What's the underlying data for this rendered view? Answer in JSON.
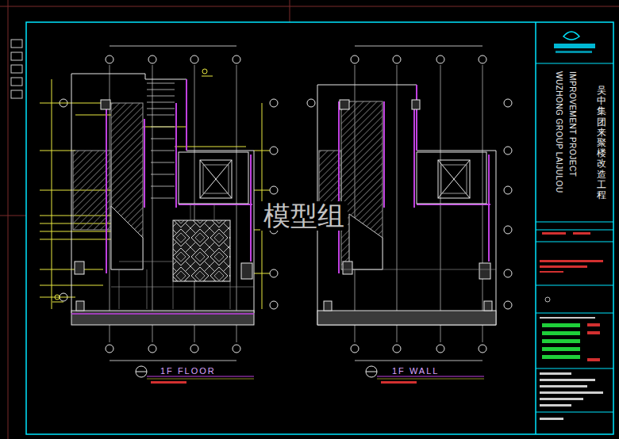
{
  "diagram": {
    "labels": [
      "模型组",
      "1F FLOOR",
      "1F WALL",
      "WUZHONG GROUP LAIJULOU",
      "IMPROVEMENT PROJECT",
      "吴中集团来聚楼改造工程"
    ]
  }
}
